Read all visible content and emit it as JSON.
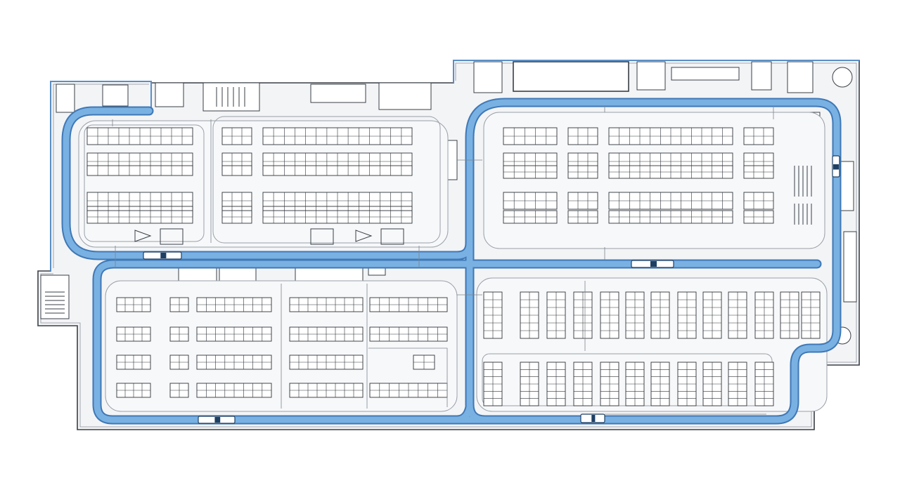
{
  "colors": {
    "background": "#ffffff",
    "floor": "#f3f4f6",
    "wall": "#3a3f46",
    "wall_accent": "#5b8fc6",
    "track_fill": "#74ace0",
    "track_edge": "#3f78b6",
    "rack_line": "#2f3338",
    "rack_fill": "#ffffff",
    "detail": "#6a6f76",
    "vehicle": "#1d3f63"
  },
  "icons": {
    "vehicle": "agv-vehicle-icon",
    "room": "room-icon",
    "door": "door-icon"
  },
  "zones": [
    {
      "name": "zone-north-west",
      "type": "horizontal-racks"
    },
    {
      "name": "zone-north-east",
      "type": "horizontal-racks"
    },
    {
      "name": "zone-south-west",
      "type": "horizontal-racks"
    },
    {
      "name": "zone-south-east",
      "type": "vertical-racks"
    }
  ],
  "vehicles_count": 5
}
